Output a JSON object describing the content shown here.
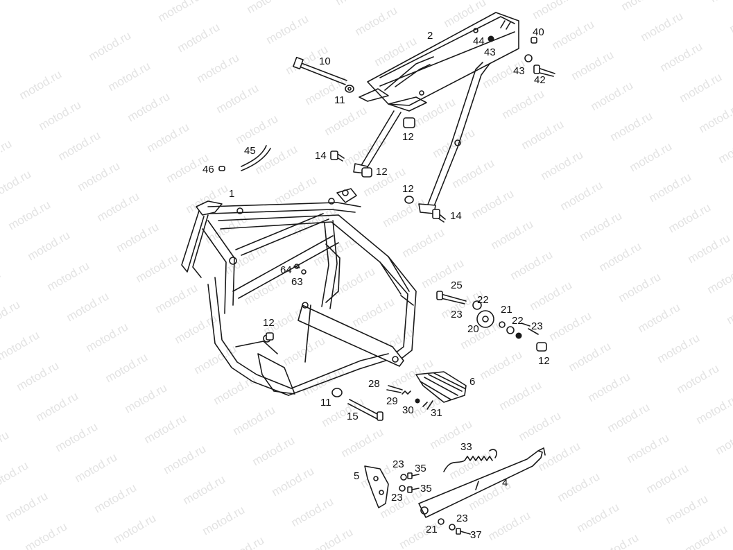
{
  "watermark": "motod.ru",
  "callouts": [
    {
      "id": "p1",
      "label": "1"
    },
    {
      "id": "p2",
      "label": "2"
    },
    {
      "id": "p40",
      "label": "40"
    },
    {
      "id": "p44",
      "label": "44"
    },
    {
      "id": "p43a",
      "label": "43"
    },
    {
      "id": "p43b",
      "label": "43"
    },
    {
      "id": "p42",
      "label": "42"
    },
    {
      "id": "p10",
      "label": "10"
    },
    {
      "id": "p11a",
      "label": "11"
    },
    {
      "id": "p12a",
      "label": "12"
    },
    {
      "id": "p45",
      "label": "45"
    },
    {
      "id": "p46",
      "label": "46"
    },
    {
      "id": "p14a",
      "label": "14"
    },
    {
      "id": "p12b",
      "label": "12"
    },
    {
      "id": "p12c",
      "label": "12"
    },
    {
      "id": "p14b",
      "label": "14"
    },
    {
      "id": "p64",
      "label": "64"
    },
    {
      "id": "p63",
      "label": "63"
    },
    {
      "id": "p12d",
      "label": "12"
    },
    {
      "id": "p25",
      "label": "25"
    },
    {
      "id": "p22a",
      "label": "22"
    },
    {
      "id": "p23a",
      "label": "23"
    },
    {
      "id": "p21a",
      "label": "21"
    },
    {
      "id": "p22b",
      "label": "22"
    },
    {
      "id": "p20",
      "label": "20"
    },
    {
      "id": "p23b",
      "label": "23"
    },
    {
      "id": "p12e",
      "label": "12"
    },
    {
      "id": "p6",
      "label": "6"
    },
    {
      "id": "p28",
      "label": "28"
    },
    {
      "id": "p29",
      "label": "29"
    },
    {
      "id": "p30",
      "label": "30"
    },
    {
      "id": "p31",
      "label": "31"
    },
    {
      "id": "p11b",
      "label": "11"
    },
    {
      "id": "p15",
      "label": "15"
    },
    {
      "id": "p33",
      "label": "33"
    },
    {
      "id": "p4",
      "label": "4"
    },
    {
      "id": "p5",
      "label": "5"
    },
    {
      "id": "p23c",
      "label": "23"
    },
    {
      "id": "p35a",
      "label": "35"
    },
    {
      "id": "p35b",
      "label": "35"
    },
    {
      "id": "p23d",
      "label": "23"
    },
    {
      "id": "p23e",
      "label": "23"
    },
    {
      "id": "p21b",
      "label": "21"
    },
    {
      "id": "p37",
      "label": "37"
    }
  ]
}
